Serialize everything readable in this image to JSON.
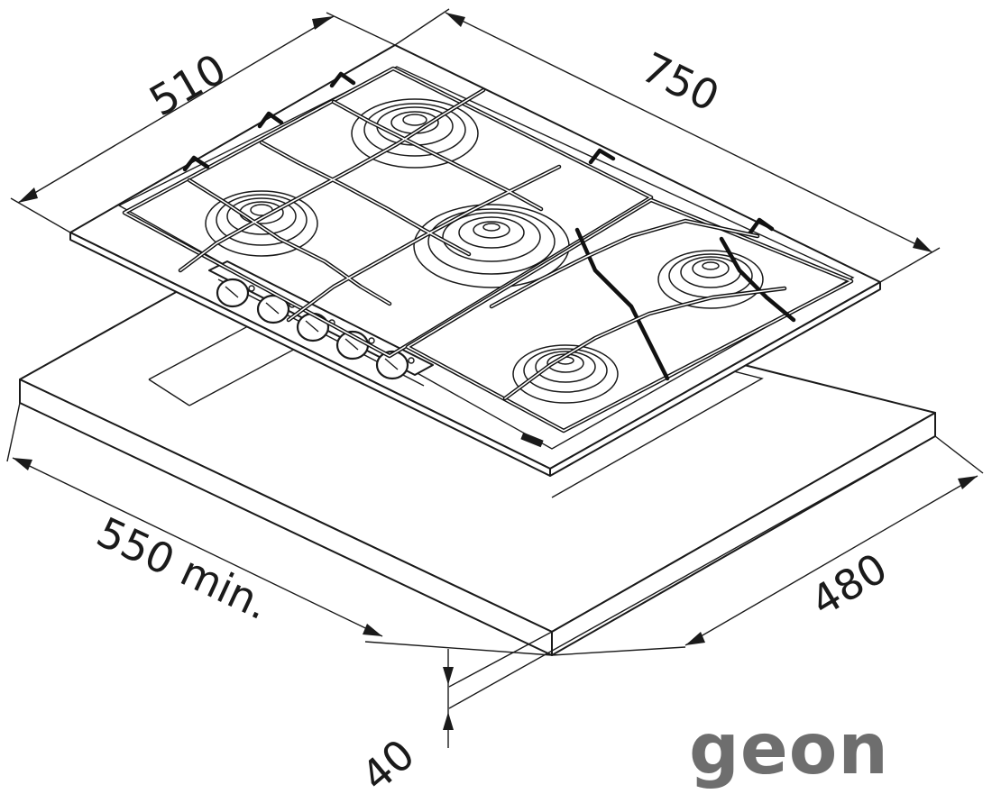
{
  "diagram": {
    "dimensions": {
      "hob_depth": "510",
      "hob_width": "750",
      "cutout_min": "550 min.",
      "cutout_depth": "480",
      "worktop_thickness": "40"
    },
    "watermark": "geon"
  }
}
